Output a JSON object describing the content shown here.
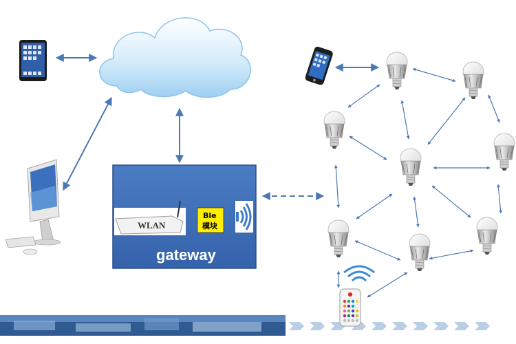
{
  "gateway": {
    "title": "gateway",
    "router_label": "WLAN",
    "ble_line1": "Ble",
    "ble_line2": "模块"
  },
  "colors": {
    "arrow": "#4a78b4",
    "gateway_fill": "#3c6db6",
    "gateway_border": "#2a4f8c",
    "ble_yellow": "#ffee00",
    "cloud": "#bfe1f7"
  },
  "icons": {
    "cloud": "cloud-icon",
    "tablet": "tablet-icon",
    "desktop": "desktop-computer-icon",
    "phone": "smartphone-icon",
    "bulb": "led-bulb-icon",
    "remote": "remote-control-icon",
    "router": "wlan-router-icon",
    "signal": "wireless-signal-icon"
  }
}
